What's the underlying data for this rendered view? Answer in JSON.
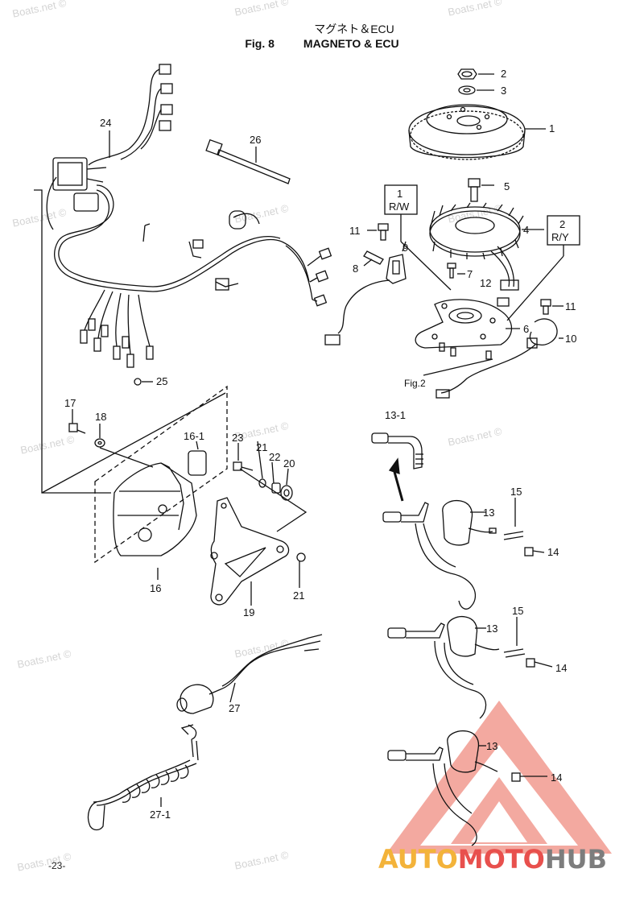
{
  "header": {
    "title_jp": "マグネト＆ECU",
    "fig_number": "Fig. 8",
    "title_en": "MAGNETO & ECU"
  },
  "watermark": "Boats.net ©",
  "page_number": "-23-",
  "brand": {
    "part1": "AUTO",
    "part2": "MOTO",
    "part3": "HUB"
  },
  "callouts": [
    {
      "id": "1",
      "text": "1"
    },
    {
      "id": "2",
      "text": "2"
    },
    {
      "id": "3",
      "text": "3"
    },
    {
      "id": "4",
      "text": "4"
    },
    {
      "id": "5",
      "text": "5"
    },
    {
      "id": "6",
      "text": "6"
    },
    {
      "id": "7",
      "text": "7"
    },
    {
      "id": "8",
      "text": "8"
    },
    {
      "id": "9",
      "text": "9"
    },
    {
      "id": "10",
      "text": "10"
    },
    {
      "id": "11a",
      "text": "11"
    },
    {
      "id": "11b",
      "text": "11"
    },
    {
      "id": "12",
      "text": "12"
    },
    {
      "id": "13a",
      "text": "13"
    },
    {
      "id": "13b",
      "text": "13"
    },
    {
      "id": "13c",
      "text": "13"
    },
    {
      "id": "13-1",
      "text": "13-1"
    },
    {
      "id": "14a",
      "text": "14"
    },
    {
      "id": "14b",
      "text": "14"
    },
    {
      "id": "14c",
      "text": "14"
    },
    {
      "id": "15a",
      "text": "15"
    },
    {
      "id": "15b",
      "text": "15"
    },
    {
      "id": "16",
      "text": "16"
    },
    {
      "id": "16-1",
      "text": "16-1"
    },
    {
      "id": "17",
      "text": "17"
    },
    {
      "id": "18",
      "text": "18"
    },
    {
      "id": "19",
      "text": "19"
    },
    {
      "id": "20",
      "text": "20"
    },
    {
      "id": "21a",
      "text": "21"
    },
    {
      "id": "21b",
      "text": "21"
    },
    {
      "id": "22",
      "text": "22"
    },
    {
      "id": "23",
      "text": "23"
    },
    {
      "id": "24",
      "text": "24"
    },
    {
      "id": "25",
      "text": "25"
    },
    {
      "id": "26",
      "text": "26"
    },
    {
      "id": "27",
      "text": "27"
    },
    {
      "id": "27-1",
      "text": "27-1"
    }
  ],
  "boxes": {
    "rw": {
      "num": "1",
      "code": "R/W"
    },
    "ry": {
      "num": "2",
      "code": "R/Y"
    }
  },
  "fig_ref": "Fig.2"
}
